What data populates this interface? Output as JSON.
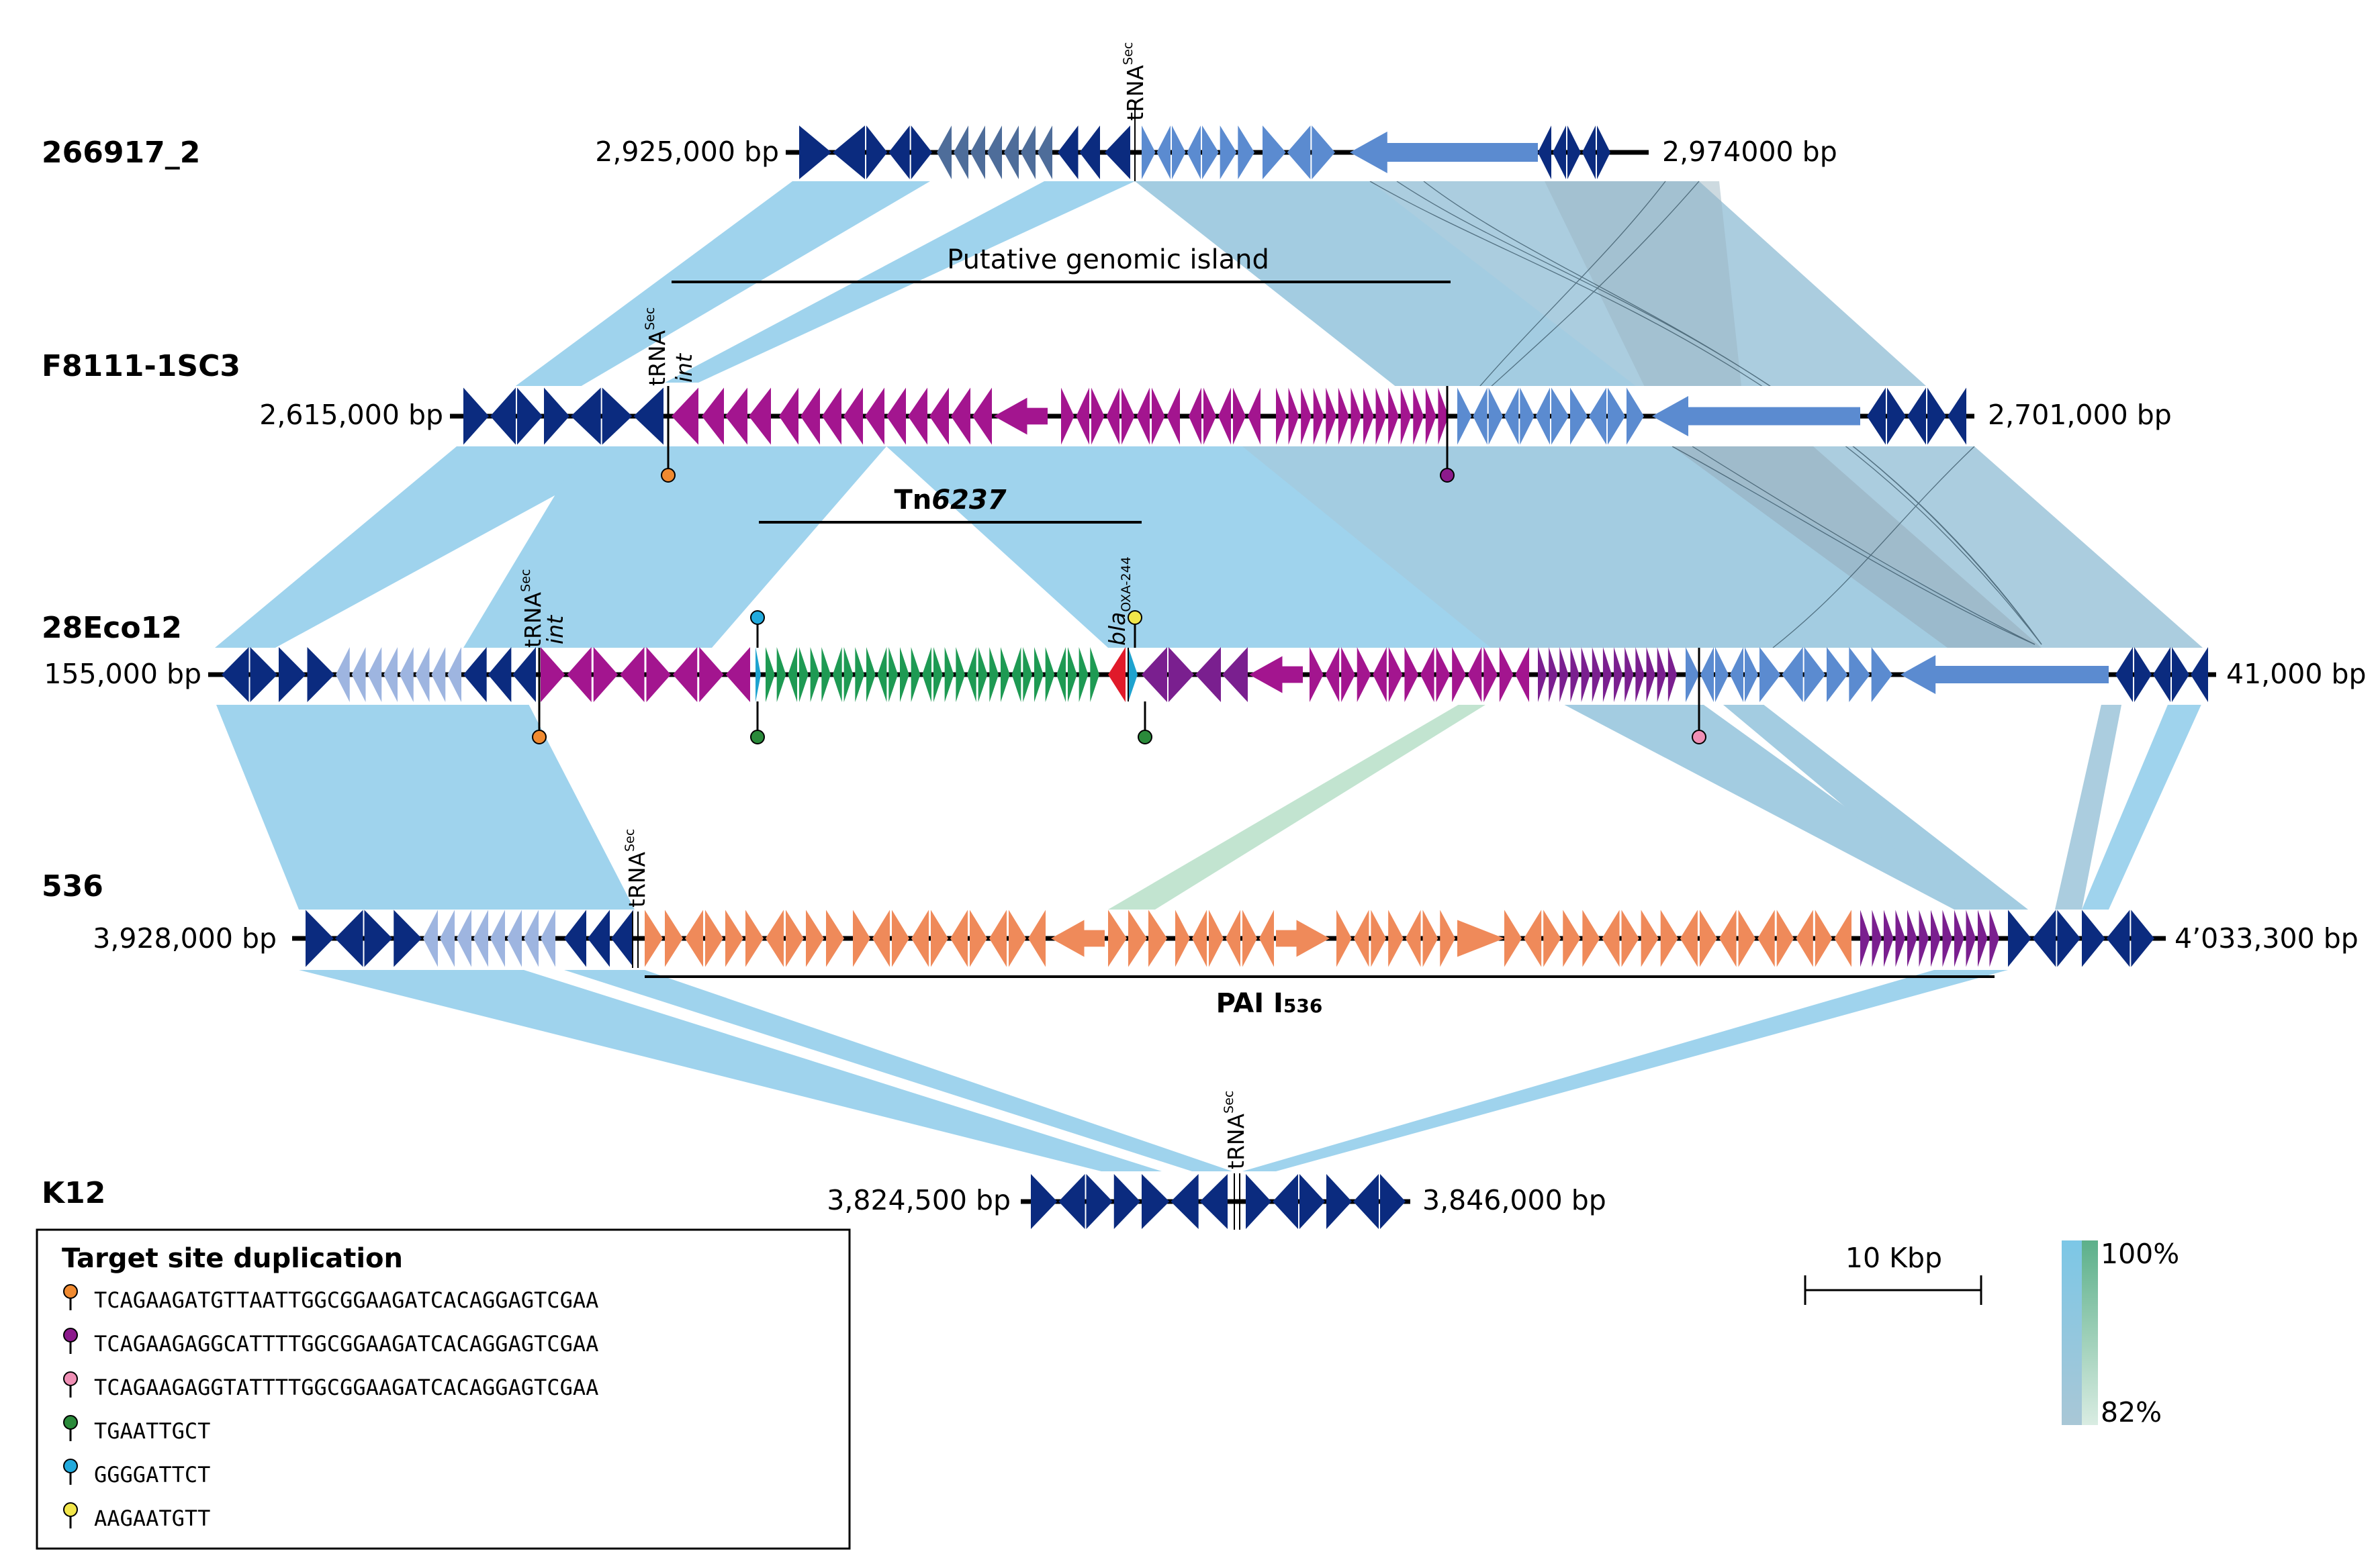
{
  "colors": {
    "dark_blue": "#0b2b7f",
    "mid_blue": "#5b8bd0",
    "light_blue": "#9eb5e0",
    "gray_blue": "#4e6d9a",
    "magenta": "#a3158f",
    "purple": "#7a1f8f",
    "green": "#1e9a53",
    "orange": "#ef8a5a",
    "red": "#e01a2a",
    "cyan": "#1ea3cf",
    "band_blue": "#7cc0e6",
    "band_green": "#9fd6b3",
    "pin_orange": "#f08a30",
    "pin_purple": "#8c1a8c",
    "pin_pink": "#ef8fb5",
    "pin_green": "#2a8a3a",
    "pin_cyan": "#22aadd",
    "pin_yellow": "#f2e64a"
  },
  "tracks": [
    {
      "name": "266917_2",
      "start": "2,925,000 bp",
      "end": "2,974000 bp"
    },
    {
      "name": "F8111-1SC3",
      "start": "2,615,000 bp",
      "end": "2,701,000 bp"
    },
    {
      "name": "28Eco12",
      "start": "155,000 bp",
      "end": "41,000 bp"
    },
    {
      "name": "536",
      "start": "3,928,000 bp",
      "end": "4’033,300 bp"
    },
    {
      "name": "K12",
      "start": "3,824,500 bp",
      "end": "3,846,000 bp"
    }
  ],
  "features": {
    "trna_main": "tRNA",
    "trna_sup": "Sec",
    "int": "int",
    "bla_main": "bla",
    "bla_sub": "OXA-244"
  },
  "annotations": {
    "genomic_island": "Putative genomic island",
    "tn_prefix": "Tn",
    "tn_number": "6237",
    "pai_main": "PAI I",
    "pai_sub": "536"
  },
  "legend": {
    "title": "Target site duplication",
    "items": [
      {
        "seq": "TCAGAAGATGTTAATTGGCGGAAGATCACAGGAGTCGAA",
        "color": "#f08a30"
      },
      {
        "seq": "TCAGAAGAGGCATTTTGGCGGAAGATCACAGGAGTCGAA",
        "color": "#8c1a8c"
      },
      {
        "seq": "TCAGAAGAGGTATTTTGGCGGAAGATCACAGGAGTCGAA",
        "color": "#ef8fb5"
      },
      {
        "seq": "TGAATTGCT",
        "color": "#2a8a3a"
      },
      {
        "seq": "GGGGATTCT",
        "color": "#22aadd"
      },
      {
        "seq": "AAGAATGTT",
        "color": "#f2e64a"
      }
    ]
  },
  "scale_bar": {
    "label": "10 Kbp"
  },
  "identity_scale": {
    "max": "100%",
    "min": "82%"
  }
}
